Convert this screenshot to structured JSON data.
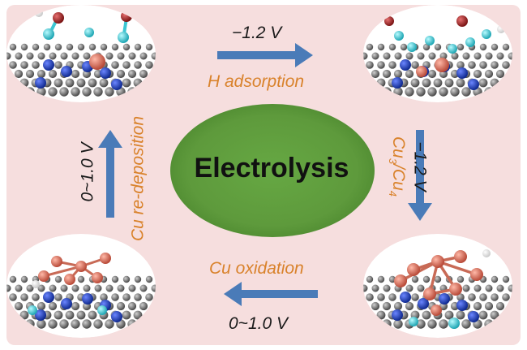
{
  "center": {
    "label": "Electrolysis"
  },
  "arrows": {
    "top": {
      "voltage": "−1.2 V",
      "process": "H adsorption"
    },
    "right": {
      "voltage": "−1.2 V",
      "process_base_a": "Cu",
      "process_sub_a": "3",
      "process_sep": "/Cu",
      "process_sub_b": "4"
    },
    "bottom": {
      "voltage": "0~1.0 V",
      "process": "Cu oxidation"
    },
    "left": {
      "voltage": "0~1.0 V",
      "process": "Cu re-deposition"
    }
  },
  "colors": {
    "background": "#f6dede",
    "arrow": "#4a7bb8",
    "center_fill": "#5e9a3c",
    "process_text": "#d9822b",
    "carbon": "#8a8a8a",
    "nitrogen": "#1f3fb8",
    "copper": "#e07a66",
    "hydrogen": "#3cc6d2",
    "oxygen": "#b03232"
  }
}
